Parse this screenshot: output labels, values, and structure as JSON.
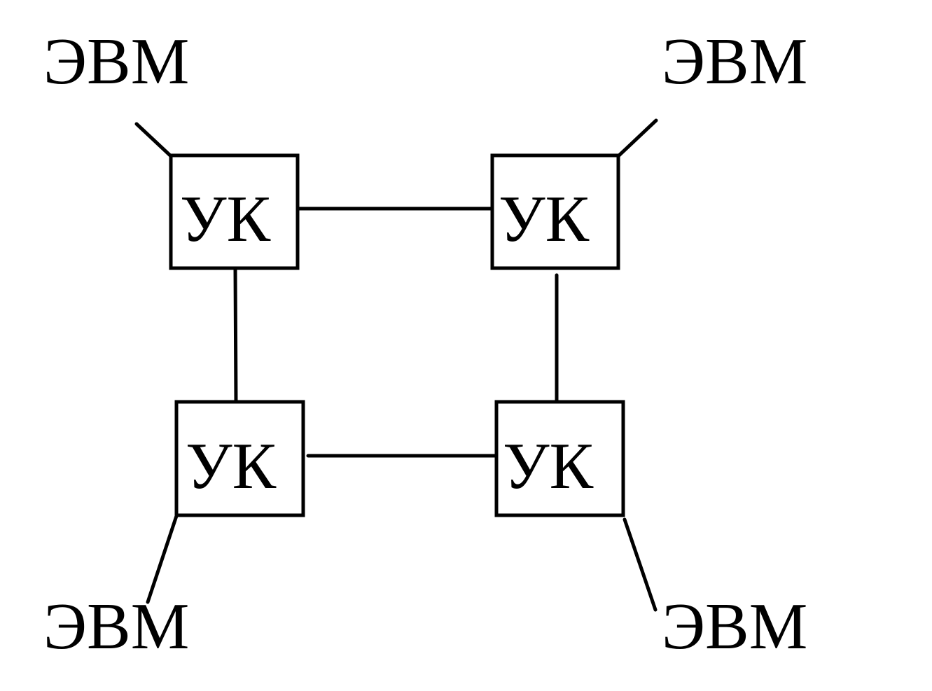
{
  "diagram": {
    "computers": [
      {
        "id": "evm-top-left",
        "label": "ЭВМ"
      },
      {
        "id": "evm-top-right",
        "label": "ЭВМ"
      },
      {
        "id": "evm-bottom-left",
        "label": "ЭВМ"
      },
      {
        "id": "evm-bottom-right",
        "label": "ЭВМ"
      }
    ],
    "nodes": [
      {
        "id": "uk-top-left",
        "label": "УК"
      },
      {
        "id": "uk-top-right",
        "label": "УК"
      },
      {
        "id": "uk-bottom-left",
        "label": "УК"
      },
      {
        "id": "uk-bottom-right",
        "label": "УК"
      }
    ],
    "links": [
      {
        "from": "uk-top-left",
        "to": "uk-top-right"
      },
      {
        "from": "uk-top-left",
        "to": "uk-bottom-left"
      },
      {
        "from": "uk-top-right",
        "to": "uk-bottom-right"
      },
      {
        "from": "uk-bottom-left",
        "to": "uk-bottom-right"
      },
      {
        "from": "evm-top-left",
        "to": "uk-top-left"
      },
      {
        "from": "evm-top-right",
        "to": "uk-top-right"
      },
      {
        "from": "evm-bottom-left",
        "to": "uk-bottom-left"
      },
      {
        "from": "evm-bottom-right",
        "to": "uk-bottom-right"
      }
    ]
  }
}
